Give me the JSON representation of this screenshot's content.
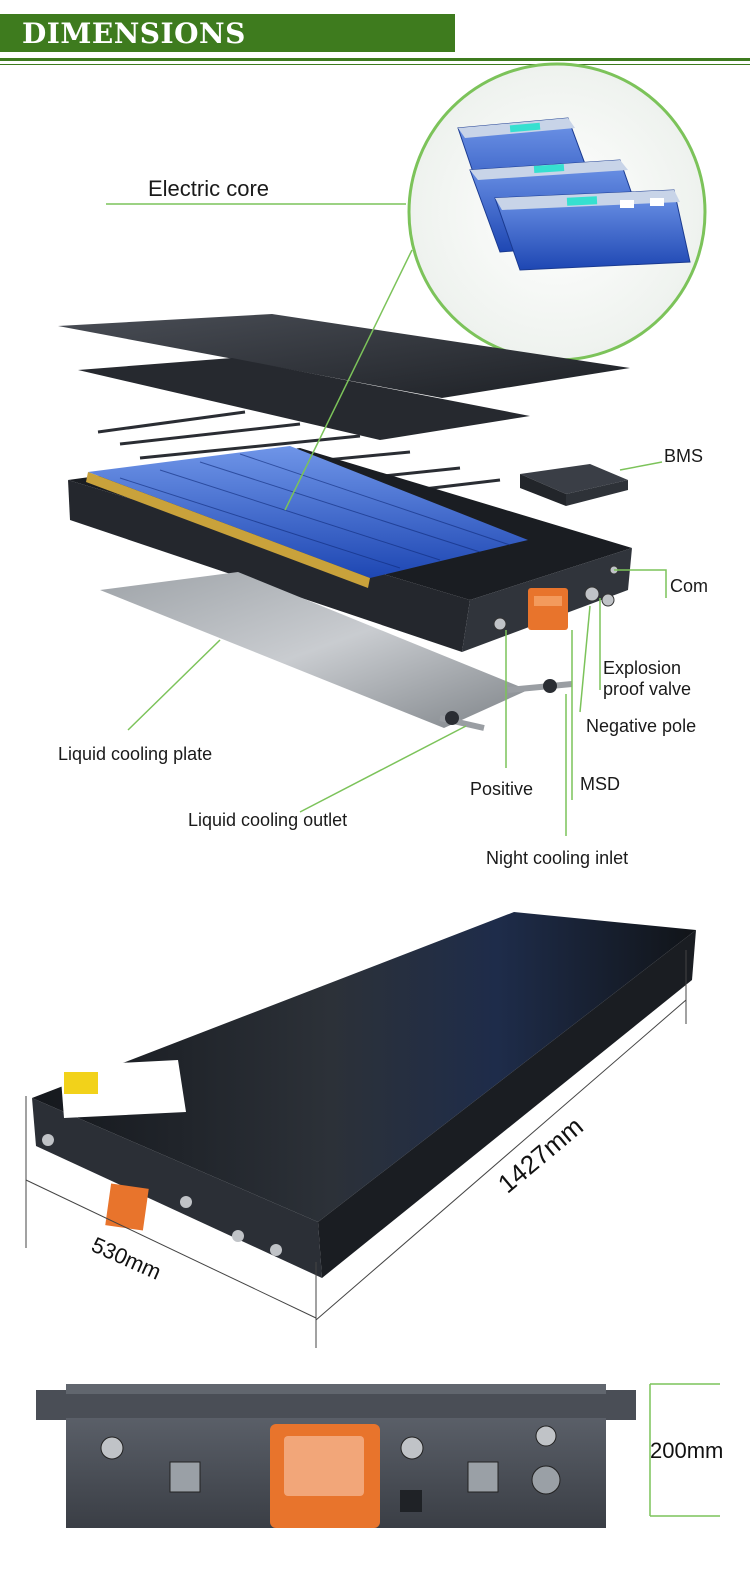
{
  "header": {
    "title": "DIMENSIONS"
  },
  "exploded_view": {
    "labels": {
      "electric_core": "Electric core",
      "bms": "BMS",
      "com": "Com",
      "explosion_proof_valve": "Explosion proof valve",
      "negative_pole": "Negative pole",
      "liquid_cooling_plate": "Liquid cooling plate",
      "positive": "Positive",
      "msd": "MSD",
      "liquid_cooling_outlet": "Liquid cooling outlet",
      "night_cooling_inlet": "Night cooling inlet"
    }
  },
  "assembled_view": {
    "length": "1427mm",
    "width": "530mm"
  },
  "front_view": {
    "height": "200mm"
  },
  "colors": {
    "brand_green": "#3e7b1e",
    "leader_green": "#7cc35a",
    "cell_blue": "#2f5fd0",
    "msd_orange": "#e8742c",
    "casing_dark": "#2b2f36"
  }
}
